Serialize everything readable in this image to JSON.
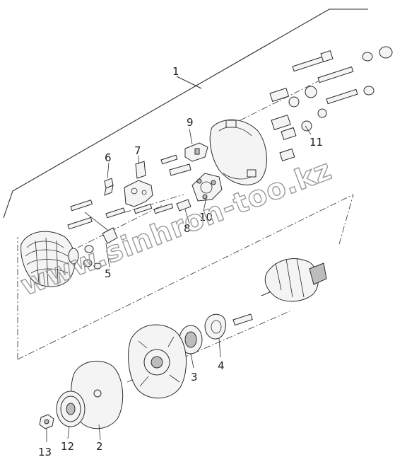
{
  "diagram": {
    "callouts": [
      "1",
      "2",
      "3",
      "4",
      "5",
      "6",
      "7",
      "8",
      "9",
      "10",
      "11",
      "12",
      "13"
    ]
  },
  "watermark": {
    "text": "www.sinhron-too.kz"
  },
  "colors": {
    "ink": "#2b2b2b",
    "watermark": "#9a9a9a",
    "background": "#ffffff"
  }
}
